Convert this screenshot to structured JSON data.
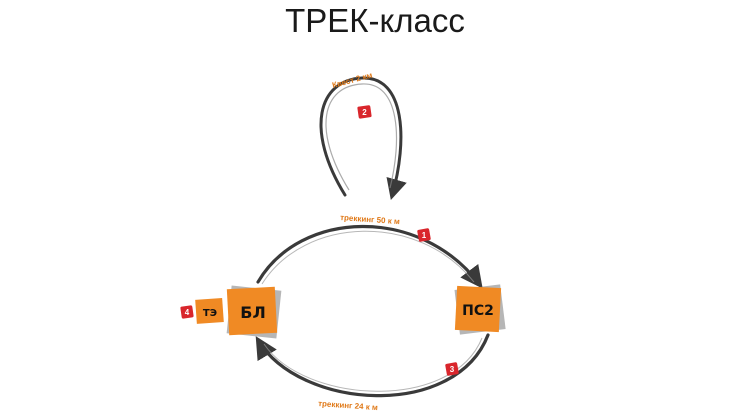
{
  "title": "ТРЕК-класс",
  "colors": {
    "node_fill": "#f08a24",
    "badge_fill": "#d9262c",
    "route_stroke": "#3a3a3a",
    "route_label": "#e07a1a"
  },
  "nodes": {
    "bl": {
      "label": "БЛ"
    },
    "ps2": {
      "label": "ПС2"
    },
    "te": {
      "label": "ТЭ"
    }
  },
  "routes": {
    "quest": {
      "label": "Квест 2 км",
      "badge": "2"
    },
    "trek50": {
      "label": "треккинг 50 к м",
      "badge": "1"
    },
    "trek24": {
      "label": "треккинг 24 к м",
      "badge": "3"
    },
    "te_link": {
      "badge": "4"
    }
  }
}
